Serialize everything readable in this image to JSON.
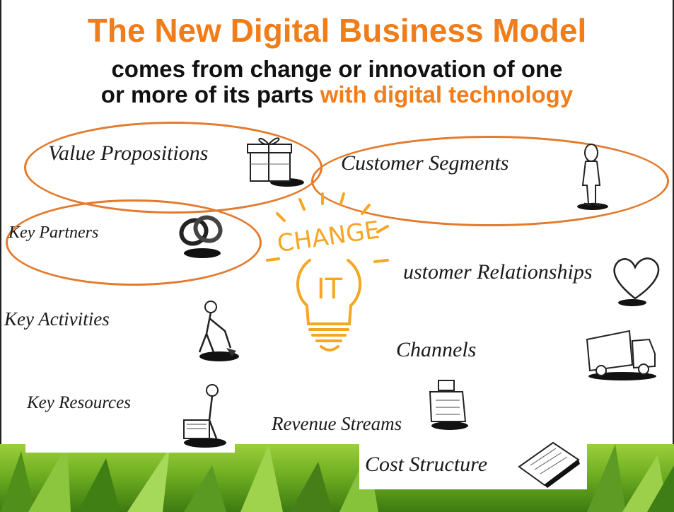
{
  "title": "The New Digital Business Model",
  "subtitle": {
    "line1": "comes from change or innovation of one",
    "line2_plain": "or more of its parts ",
    "line2_highlight": "with digital technology"
  },
  "blocks": {
    "value_propositions": "Value Propositions",
    "customer_segments": "Customer Segments",
    "key_partners": "Key Partners",
    "customer_relationships": "ustomer Relationships",
    "key_activities": "Key Activities",
    "channels": "Channels",
    "key_resources": "Key Resources",
    "revenue_streams": "Revenue Streams",
    "cost_structure": "Cost Structure"
  },
  "bulb": {
    "top_text": "CHANGE",
    "inner_text": "IT"
  },
  "colors": {
    "accent": "#f07d1a",
    "oval": "#e37a2c",
    "bulb": "#f5a623",
    "text": "#1a1a1a"
  }
}
